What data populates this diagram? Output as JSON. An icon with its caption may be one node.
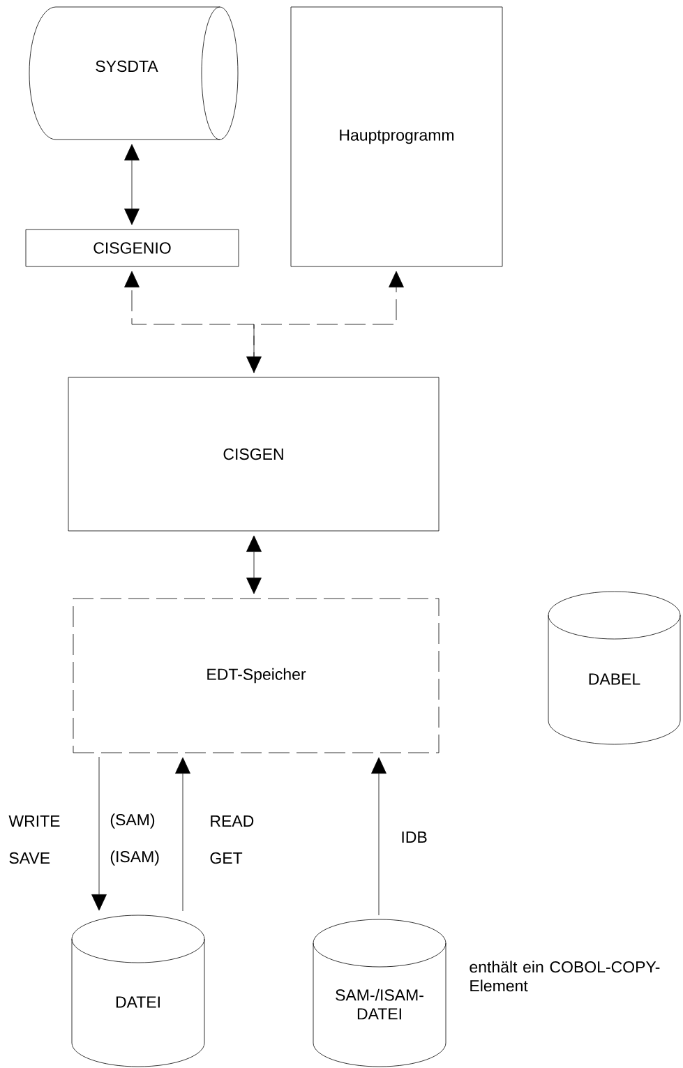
{
  "diagram": {
    "nodes": [
      {
        "text": [
          "SYSDTA"
        ]
      },
      {
        "text": [
          "Hauptprogramm"
        ]
      },
      {
        "text": [
          "CISGENIO"
        ]
      },
      {
        "text": [
          "CISGEN"
        ]
      },
      {
        "text": [
          "EDT-Speicher"
        ]
      },
      {
        "text": [
          "DABEL"
        ]
      },
      {
        "text": [
          "DATEI"
        ]
      },
      {
        "text": [
          "SAM-/ISAM- DATEI"
        ],
        "beside": [
          "enthält ein COBOL-COPY-Element"
        ]
      }
    ],
    "edges": [
      {
        "from": 0,
        "to": 2,
        "arrow": "both"
      },
      {
        "from": 3,
        "to": 2,
        "arrow": "both",
        "style": "dashed"
      },
      {
        "from": 3,
        "to": 1,
        "arrow": "to",
        "style": "dashed"
      },
      {
        "from": 3,
        "to": 4,
        "arrow": "both"
      },
      {
        "from": 4,
        "to": 6,
        "arrow": "to"
      },
      {
        "from": 6,
        "to": 4,
        "arrow": "to"
      },
      {
        "from": 7,
        "to": 4,
        "arrow": "to",
        "label": "IDB"
      }
    ],
    "labels": [
      "WRITE",
      "(SAM)",
      "READ",
      "SAVE",
      "(ISAM)",
      "GET"
    ]
  }
}
